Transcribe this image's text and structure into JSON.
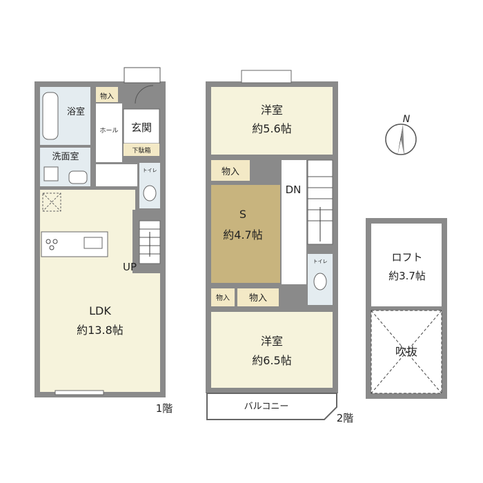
{
  "floor1": {
    "label": "1階",
    "rooms": {
      "bath": "浴室",
      "storage_top": "物入",
      "hall": "ホール",
      "entrance": "玄関",
      "shoe_box": "下駄箱",
      "washroom": "洗面室",
      "toilet": "トイレ",
      "up": "UP",
      "ldk_name": "LDK",
      "ldk_size": "約13.8帖"
    }
  },
  "floor2": {
    "label": "2階",
    "rooms": {
      "west_top_name": "洋室",
      "west_top_size": "約5.6帖",
      "storage_a": "物入",
      "s_name": "S",
      "s_size": "約4.7帖",
      "dn": "DN",
      "toilet": "トイレ",
      "storage_small": "物入",
      "storage_b": "物入",
      "west_bottom_name": "洋室",
      "west_bottom_size": "約6.5帖",
      "balcony": "バルコニー"
    }
  },
  "loft": {
    "name": "ロフト",
    "size": "約3.7帖",
    "void": "吹抜"
  },
  "compass": {
    "north": "N"
  },
  "colors": {
    "wall": "#8a8a8a",
    "bath_tile": "#e4ecf0",
    "room_floor": "#f6f3dc",
    "storage": "#f3e9c6",
    "service_room": "#c8b47e",
    "white_room": "#ffffff"
  }
}
